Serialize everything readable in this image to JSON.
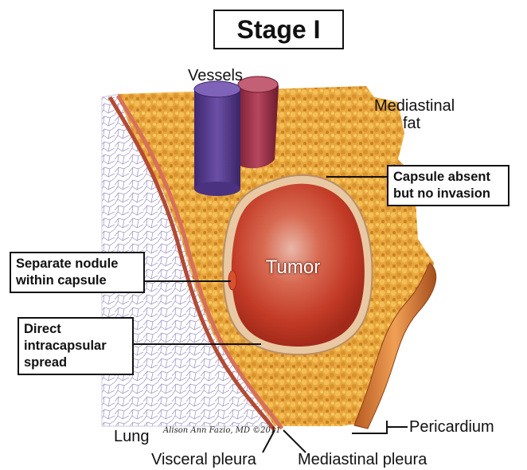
{
  "title": "Stage I",
  "labels": {
    "vessels": "Vessels",
    "mediastinal_fat_line1": "Mediastinal",
    "mediastinal_fat_line2": "fat",
    "capsule_absent_line1": "Capsule absent",
    "capsule_absent_line2": "but no invasion",
    "separate_nodule_line1": "Separate nodule",
    "separate_nodule_line2": "within capsule",
    "direct_spread_line1": "Direct",
    "direct_spread_line2": "intracapsular",
    "direct_spread_line3": "spread",
    "tumor": "Tumor",
    "pericardium": "Pericardium",
    "lung": "Lung",
    "visceral_pleura": "Visceral pleura",
    "mediastinal_pleura": "Mediastinal pleura"
  },
  "signature": "Alison Ann Fazio, MD ©2011",
  "colors": {
    "fat": "#e8a63e",
    "tumor": "#c8452e",
    "capsule": "#e9c9a3",
    "pleura": "#c2583e",
    "vessel_vein": "#5a3c8c",
    "vessel_artery": "#9a2d44",
    "pericardium": "#d6803e",
    "lung_mesh": "#8a7fb8"
  }
}
